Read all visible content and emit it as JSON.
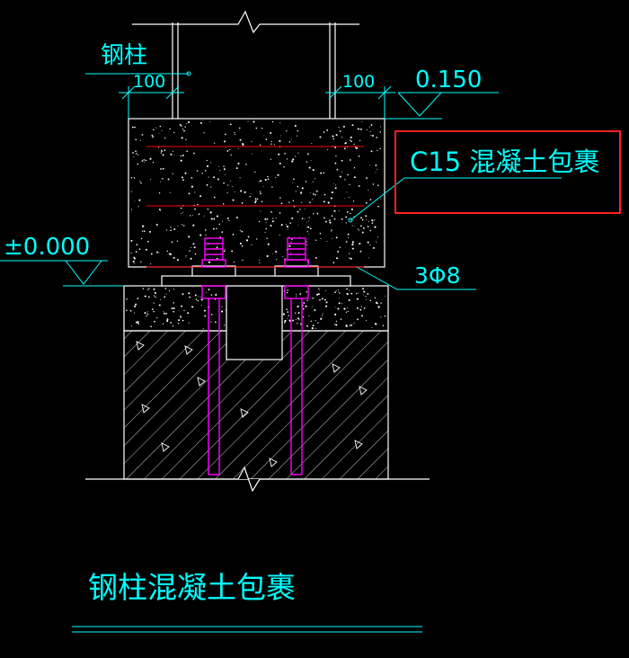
{
  "labels": {
    "column": "钢柱",
    "dim_left": "100",
    "dim_right": "100",
    "elev_top": "0.150",
    "encasement": "C15 混凝土包裹",
    "elev_ground": "±0.000",
    "rebar": "3Φ8",
    "title": "钢柱混凝土包裹"
  },
  "colors": {
    "background": "#000000",
    "line": "#ffffff",
    "annotation": "#00ffff",
    "rebar": "#ff0000",
    "anchor": "#ff00ff",
    "highlight": "#ff2020"
  }
}
